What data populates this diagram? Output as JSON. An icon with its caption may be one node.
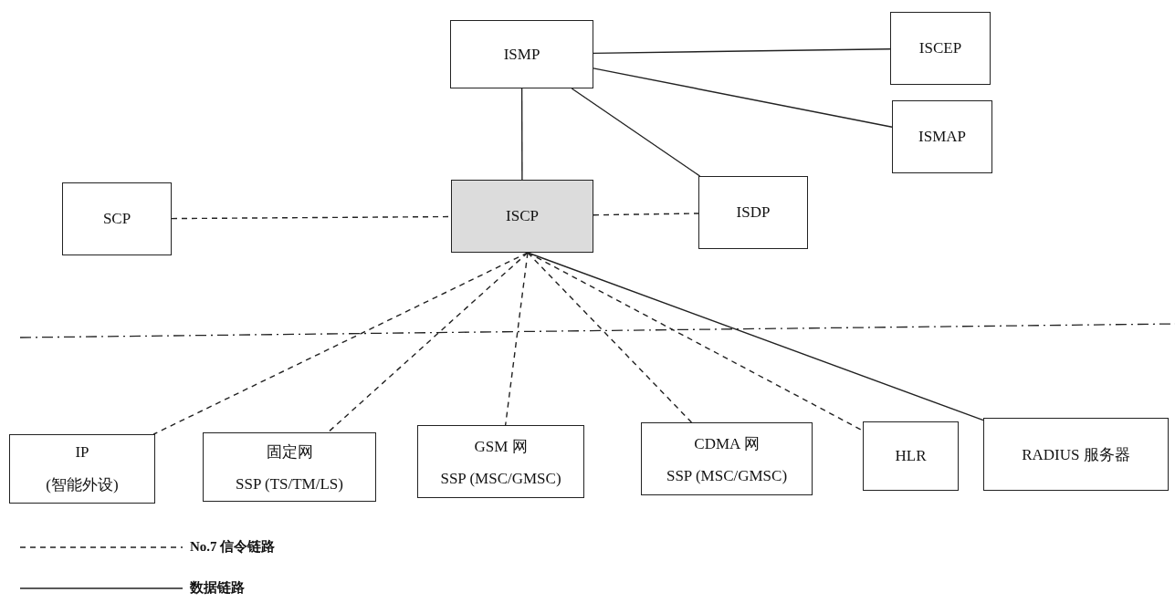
{
  "diagram": {
    "nodes": [
      {
        "text": [
          "ISMP"
        ]
      },
      {
        "text": [
          "ISCEP"
        ]
      },
      {
        "text": [
          "ISMAP"
        ]
      },
      {
        "text": [
          "SCP"
        ]
      },
      {
        "text": [
          "ISCP"
        ]
      },
      {
        "text": [
          "ISDP"
        ]
      },
      {
        "text": [
          "IP",
          "(智能外设)"
        ]
      },
      {
        "text": [
          "固定网",
          "SSP (TS/TM/LS)"
        ]
      },
      {
        "text": [
          "GSM 网",
          "SSP (MSC/GMSC)"
        ]
      },
      {
        "text": [
          "CDMA 网",
          "SSP (MSC/GMSC)"
        ]
      },
      {
        "text": [
          "HLR"
        ]
      },
      {
        "text": [
          "RADIUS 服务器"
        ]
      }
    ],
    "edges": [
      {
        "from": 0,
        "to": 1,
        "arrow": "none"
      },
      {
        "from": 0,
        "to": 2,
        "arrow": "none"
      },
      {
        "from": 0,
        "to": 4,
        "arrow": "none"
      },
      {
        "from": 0,
        "to": 5,
        "arrow": "none"
      },
      {
        "from": 3,
        "to": 4,
        "arrow": "none",
        "style": "dashed"
      },
      {
        "from": 4,
        "to": 5,
        "arrow": "none",
        "style": "dashed"
      },
      {
        "from": 4,
        "to": 6,
        "arrow": "none",
        "style": "dashed"
      },
      {
        "from": 4,
        "to": 7,
        "arrow": "none",
        "style": "dashed"
      },
      {
        "from": 4,
        "to": 8,
        "arrow": "none",
        "style": "dashed"
      },
      {
        "from": 4,
        "to": 9,
        "arrow": "none",
        "style": "dashed"
      },
      {
        "from": 4,
        "to": 10,
        "arrow": "none",
        "style": "dashed"
      },
      {
        "from": 4,
        "to": 11,
        "arrow": "none"
      }
    ],
    "legend": [
      {
        "text": "No.7 信令链路"
      },
      {
        "text": "数据链路"
      }
    ]
  }
}
